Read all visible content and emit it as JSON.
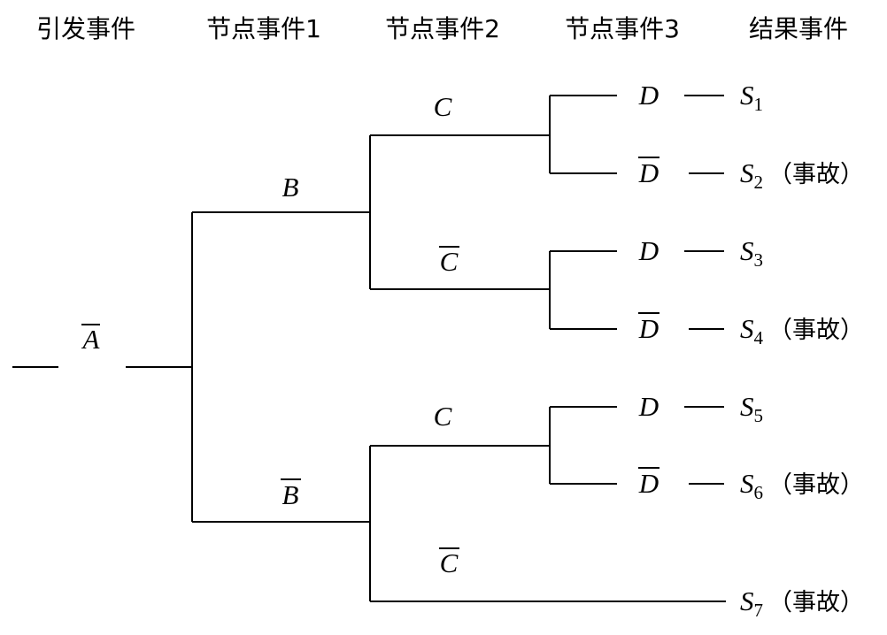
{
  "headers": {
    "initiating_event": "引发事件",
    "node_event_1": "节点事件1",
    "node_event_2": "节点事件2",
    "node_event_3": "节点事件3",
    "result_event": "结果事件"
  },
  "root_label": "A",
  "branches": {
    "b_upper": "B",
    "b_lower": "B",
    "c_1": "C",
    "c_bar_1": "C",
    "c_2": "C",
    "c_bar_2": "C",
    "d_1": "D",
    "d_bar_1": "D",
    "d_2": "D",
    "d_bar_2": "D",
    "d_3": "D",
    "d_bar_3": "D"
  },
  "results": [
    {
      "letter": "S",
      "index": "1",
      "accident": ""
    },
    {
      "letter": "S",
      "index": "2",
      "accident": "（事故）"
    },
    {
      "letter": "S",
      "index": "3",
      "accident": ""
    },
    {
      "letter": "S",
      "index": "4",
      "accident": "（事故）"
    },
    {
      "letter": "S",
      "index": "5",
      "accident": ""
    },
    {
      "letter": "S",
      "index": "6",
      "accident": "（事故）"
    },
    {
      "letter": "S",
      "index": "7",
      "accident": "（事故）"
    }
  ]
}
